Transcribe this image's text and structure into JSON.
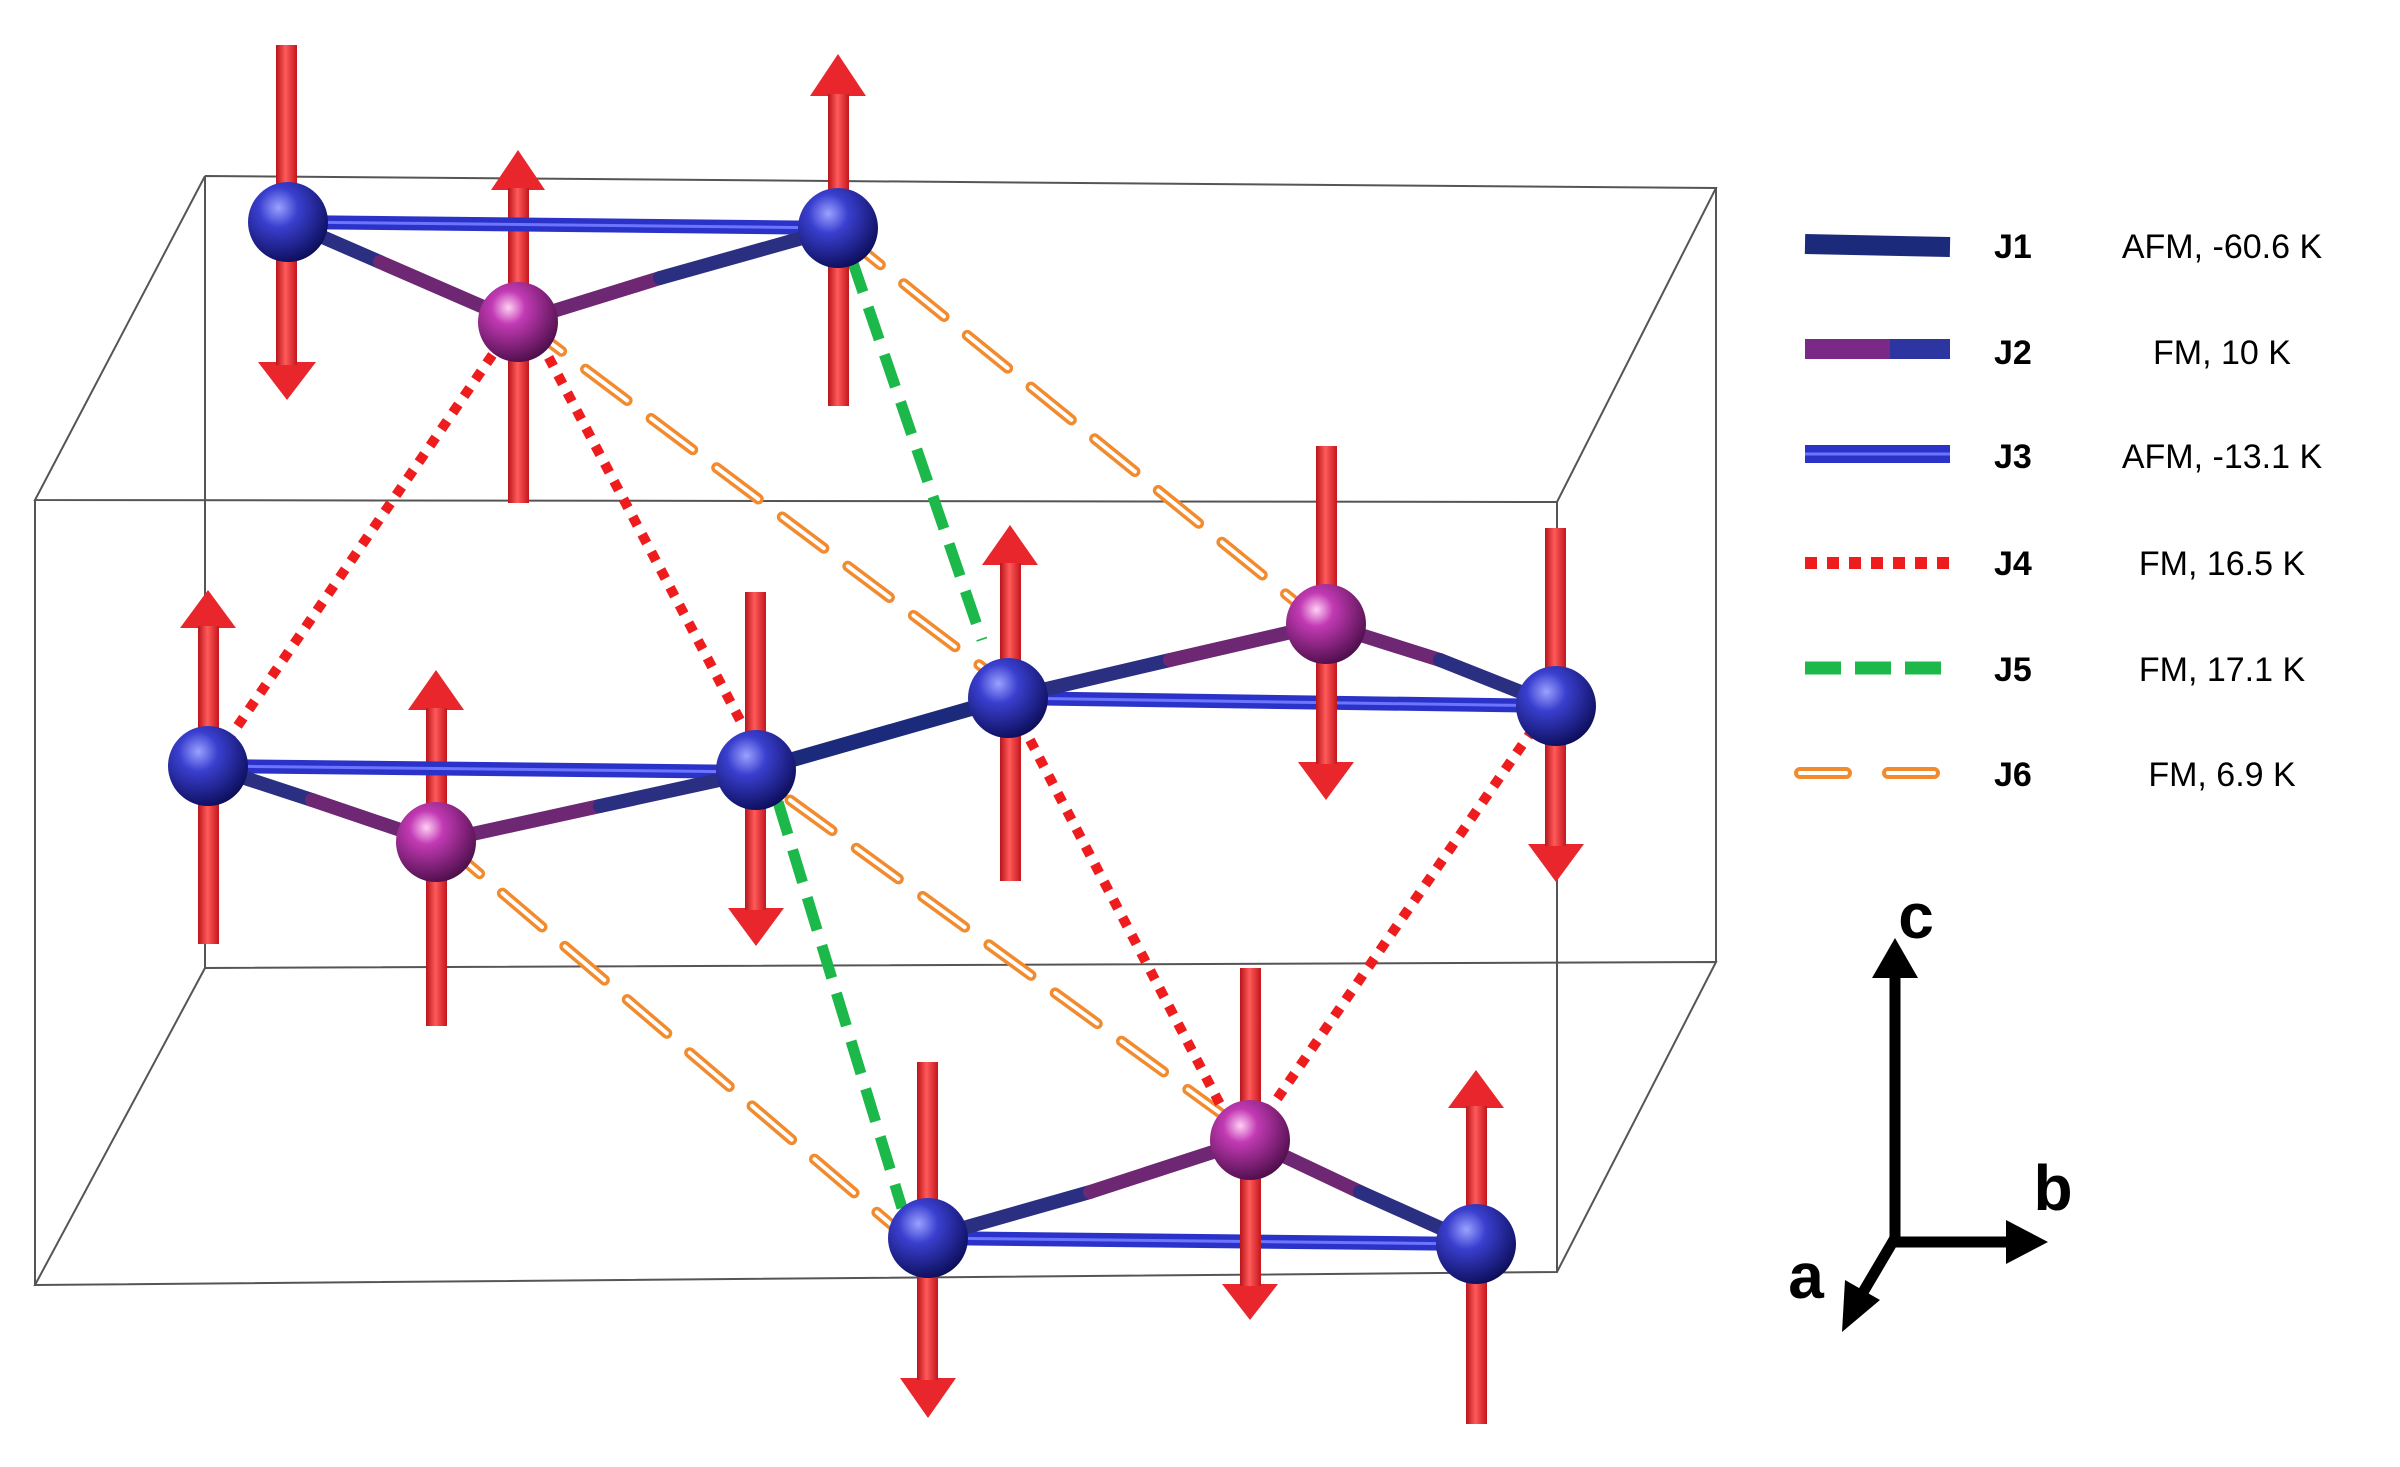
{
  "legend": [
    {
      "id": "J1",
      "label": "J1",
      "desc": "AFM, -60.6 K",
      "style": "solid-thick",
      "colors": [
        "#1b2a7a"
      ]
    },
    {
      "id": "J2",
      "label": "J2",
      "desc": "FM, 10 K",
      "style": "solid-bicolor",
      "colors": [
        "#7a2a86",
        "#2c35a0"
      ]
    },
    {
      "id": "J3",
      "label": "J3",
      "desc": "AFM, -13.1 K",
      "style": "solid-double",
      "colors": [
        "#2a32c8"
      ]
    },
    {
      "id": "J4",
      "label": "J4",
      "desc": "FM, 16.5 K",
      "style": "dotted",
      "colors": [
        "#ee1c1c"
      ]
    },
    {
      "id": "J5",
      "label": "J5",
      "desc": "FM, 17.1 K",
      "style": "dashed",
      "colors": [
        "#1cb84a"
      ]
    },
    {
      "id": "J6",
      "label": "J6",
      "desc": "FM, 6.9 K",
      "style": "dashed-outline",
      "colors": [
        "#f28a2e"
      ]
    }
  ],
  "axes": {
    "c": "c",
    "b": "b",
    "a": "a"
  },
  "colors": {
    "spin_arrow": "#e8262b",
    "atom_blue": "#1a1f8c",
    "atom_magenta": "#9c2590",
    "cell_edge": "#555555"
  }
}
